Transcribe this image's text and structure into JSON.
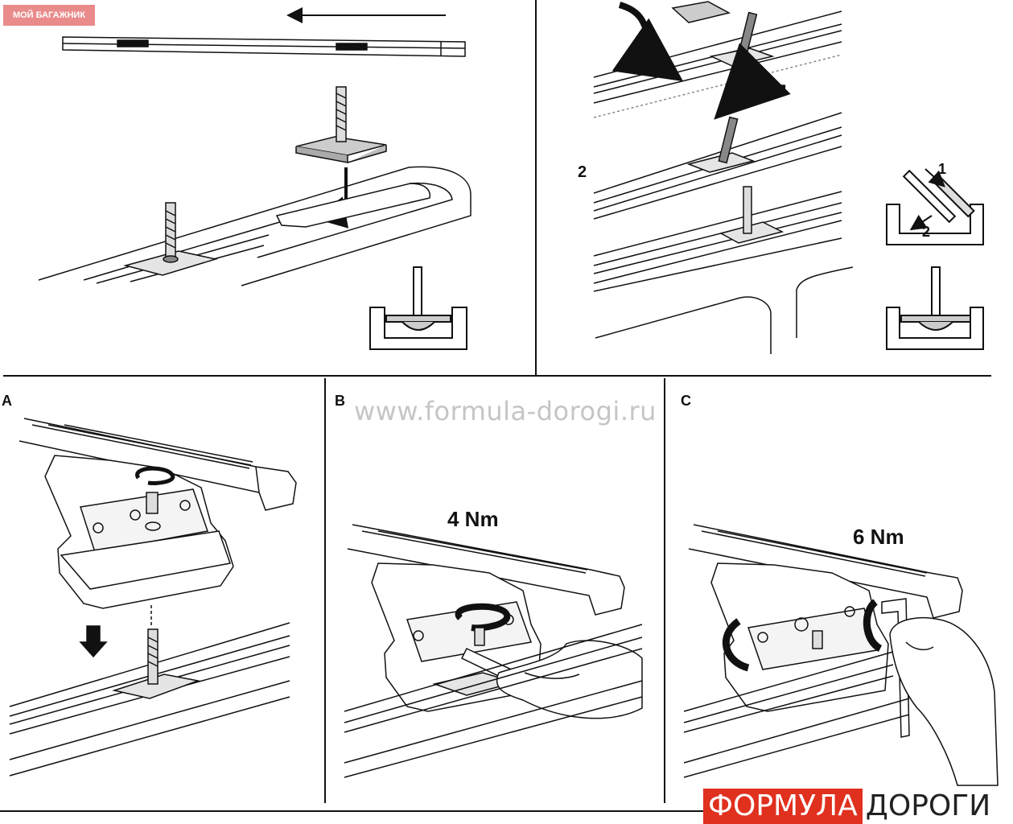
{
  "badge": "МОЙ БАГАЖНИК",
  "watermark": "www.formula-dorogi.ru",
  "logo": {
    "part1": "ФОРМУЛА",
    "part2": "ДОРОГИ",
    "color_red": "#e0301e"
  },
  "panel_top_right": {
    "step_label": "2",
    "detail_label_1": "1",
    "detail_label_2": "2"
  },
  "panel_a": {
    "label": "A"
  },
  "panel_b": {
    "label": "B",
    "torque": "4 Nm"
  },
  "panel_c": {
    "label": "C",
    "torque": "6 Nm"
  },
  "icons": [
    "arrow-left-icon",
    "arrow-down-icon",
    "rotate-arrow-icon",
    "hand-icon",
    "hex-key-icon",
    "t-bolt-icon"
  ]
}
